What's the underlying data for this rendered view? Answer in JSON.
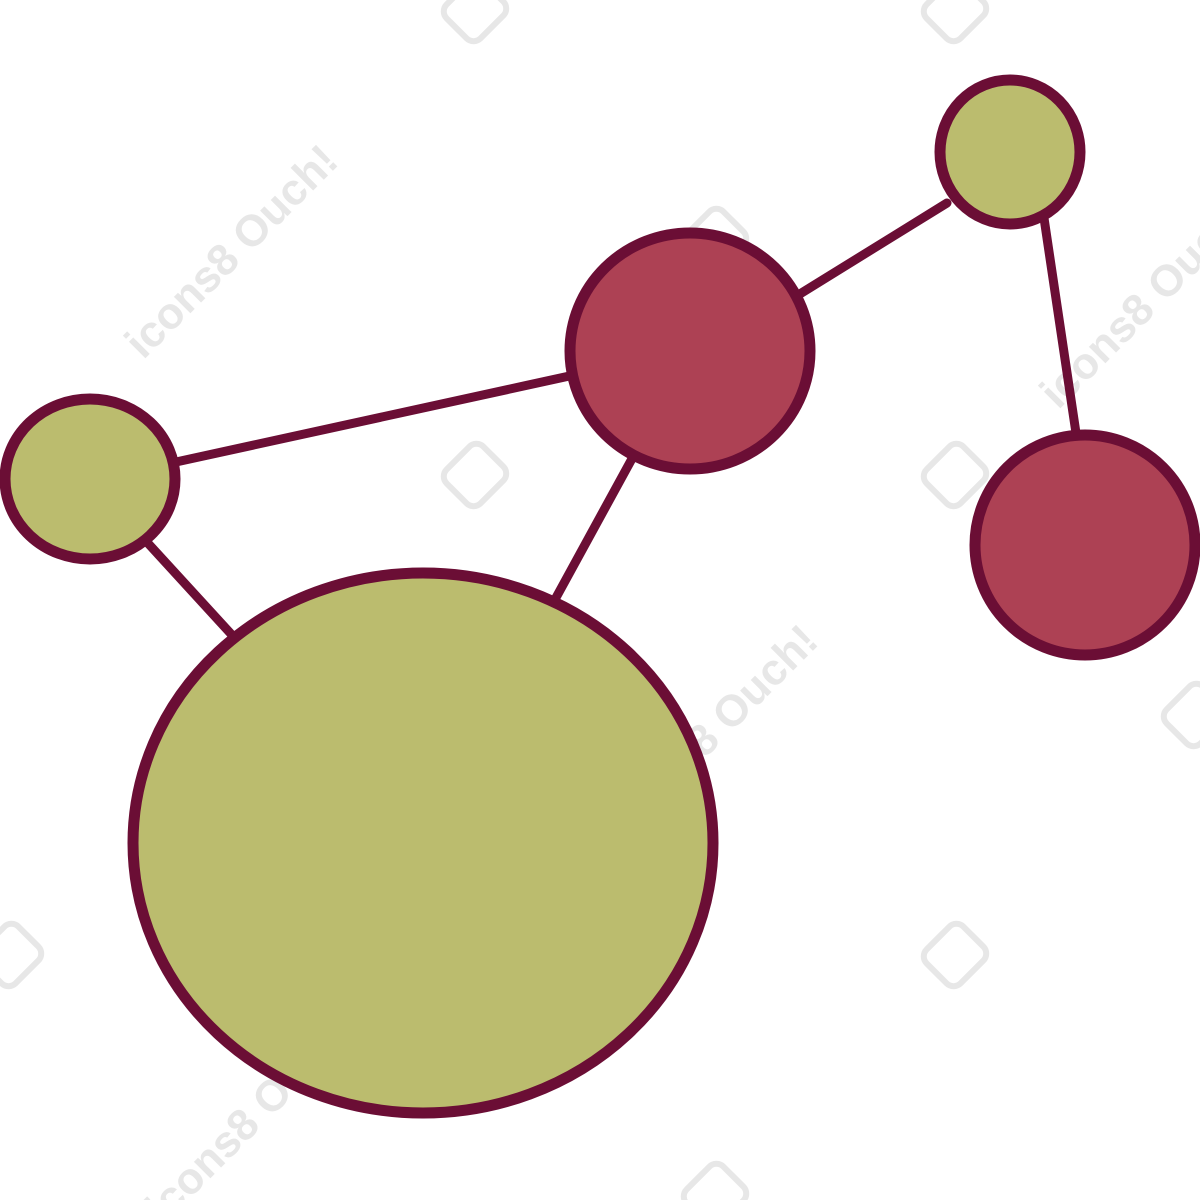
{
  "colors": {
    "background": "#ffffff",
    "outline": "#6b0e35",
    "green_node": "#bbbc6e",
    "red_node": "#ad4154",
    "watermark": "#e7e7e7"
  },
  "nodes": [
    {
      "id": "small-green-left",
      "fill": "green_node"
    },
    {
      "id": "large-green-bottom",
      "fill": "green_node"
    },
    {
      "id": "red-center",
      "fill": "red_node"
    },
    {
      "id": "small-green-top-right",
      "fill": "green_node"
    },
    {
      "id": "red-right",
      "fill": "red_node"
    }
  ],
  "edges": [
    {
      "from": "small-green-left",
      "to": "red-center"
    },
    {
      "from": "small-green-left",
      "to": "large-green-bottom"
    },
    {
      "from": "large-green-bottom",
      "to": "red-center"
    },
    {
      "from": "red-center",
      "to": "small-green-top-right"
    },
    {
      "from": "small-green-top-right",
      "to": "red-right"
    }
  ],
  "watermark": {
    "text": "icons8 Ouch!"
  }
}
